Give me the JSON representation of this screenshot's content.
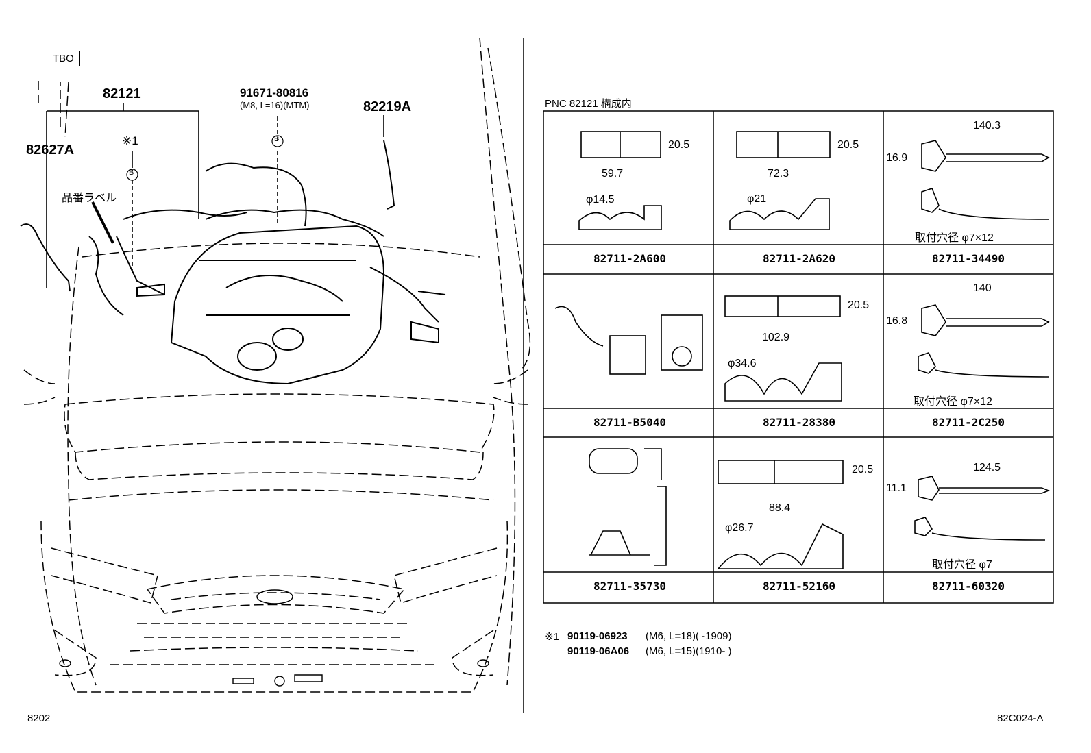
{
  "header": {
    "box_label": "TBO"
  },
  "callouts": {
    "harness_main": "82121",
    "bolt_part": "91671-80816",
    "bolt_spec": "(M8, L=16)(MTM)",
    "sensor_part": "82219A",
    "left_part": "82627A",
    "note_mark": "※1",
    "label_text": "品番ラベル",
    "ref_b1": "B",
    "ref_b2": "B"
  },
  "table": {
    "title": "PNC 82121 構成内",
    "cells": [
      {
        "part": "82711-2A600",
        "dims": [
          "20.5",
          "59.7",
          "φ14.5"
        ]
      },
      {
        "part": "82711-2A620",
        "dims": [
          "20.5",
          "72.3",
          "φ21"
        ]
      },
      {
        "part": "82711-34490",
        "dims": [
          "140.3",
          "16.9",
          "取付穴径 φ7×12"
        ]
      },
      {
        "part": "82711-B5040",
        "dims": []
      },
      {
        "part": "82711-28380",
        "dims": [
          "20.5",
          "102.9",
          "φ34.6"
        ]
      },
      {
        "part": "82711-2C250",
        "dims": [
          "140",
          "16.8",
          "取付穴径 φ7×12"
        ]
      },
      {
        "part": "82711-35730",
        "dims": []
      },
      {
        "part": "82711-52160",
        "dims": [
          "20.5",
          "88.4",
          "φ26.7"
        ]
      },
      {
        "part": "82711-60320",
        "dims": [
          "124.5",
          "11.1",
          "取付穴径 φ7"
        ]
      }
    ]
  },
  "notes": [
    {
      "mark": "※1",
      "part": "90119-06923",
      "spec": "(M6, L=18)(      -1909)"
    },
    {
      "mark": "",
      "part": "90119-06A06",
      "spec": "(M6, L=15)(1910-      )"
    }
  ],
  "footer": {
    "left": "8202",
    "right": "82C024-A"
  }
}
